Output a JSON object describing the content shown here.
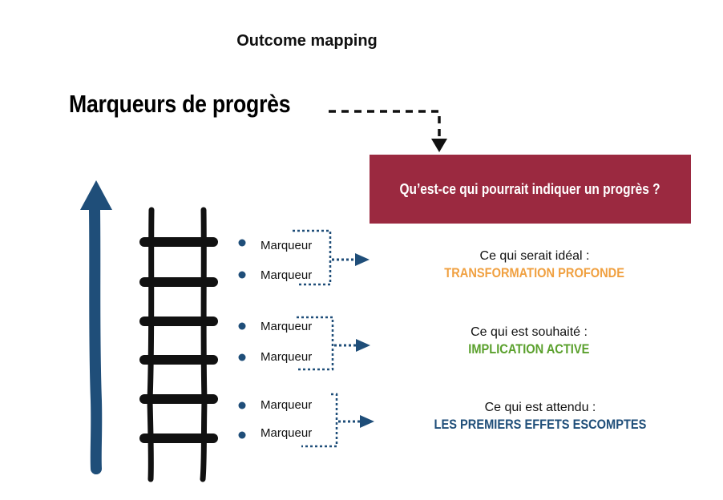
{
  "title": "Outcome mapping",
  "heading": "Marqueurs de progrès",
  "question": "Qu’est-ce qui pourrait indiquer un progrès ?",
  "markers": [
    "Marqueur",
    "Marqueur",
    "Marqueur",
    "Marqueur",
    "Marqueur",
    "Marqueur"
  ],
  "levels": [
    {
      "label": "Ce qui serait idéal :",
      "value": "TRANSFORMATION PROFONDE",
      "color": "#f0a040"
    },
    {
      "label": "Ce qui est souhaité :",
      "value": "IMPLICATION ACTIVE",
      "color": "#5aa02c"
    },
    {
      "label": "Ce qui est attendu :",
      "value": "LES PREMIERS EFFETS ESCOMPTES",
      "color": "#1f4e79"
    }
  ],
  "colors": {
    "question_bg": "#9b2940",
    "arrow": "#1f4e79",
    "ladder": "#111111"
  }
}
